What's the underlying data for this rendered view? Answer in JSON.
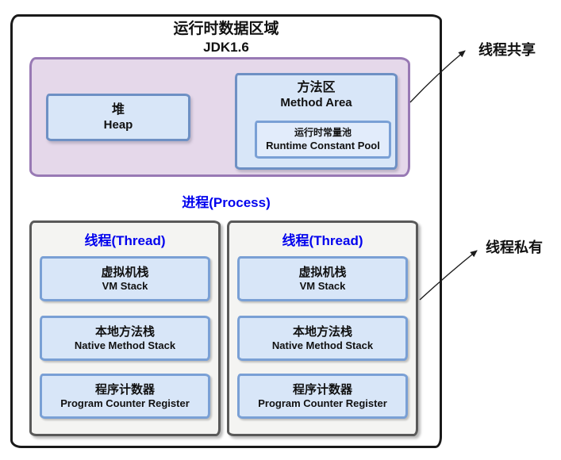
{
  "colors": {
    "outer_border": "#1a1a1a",
    "shared_fill": "#e5d8ea",
    "shared_border": "#9879b4",
    "blue_fill": "#d8e6f8",
    "blue_border": "#6e90c4",
    "pool_fill": "#e2ecfb",
    "pool_border": "#7aa0d5",
    "stack_border": "#7aa0d5",
    "thread_fill": "#f4f4f2",
    "thread_border": "#595959",
    "accent_blue_text": "#0202ee",
    "text_black": "#111111"
  },
  "title": {
    "line1": "运行时数据区域",
    "line2": "JDK1.6"
  },
  "shared_region": {
    "heap": {
      "zh": "堆",
      "en": "Heap"
    },
    "method_area": {
      "zh": "方法区",
      "en": "Method Area"
    },
    "runtime_constant_pool": {
      "zh": "运行时常量池",
      "en": "Runtime Constant Pool"
    }
  },
  "process": {
    "label": "进程(Process)"
  },
  "threads": [
    {
      "label": "线程(Thread)",
      "vm_stack": {
        "zh": "虚拟机栈",
        "en": "VM Stack"
      },
      "native_method_stack": {
        "zh": "本地方法栈",
        "en": "Native Method Stack"
      },
      "program_counter": {
        "zh": "程序计数器",
        "en": "Program Counter Register"
      }
    },
    {
      "label": "线程(Thread)",
      "vm_stack": {
        "zh": "虚拟机栈",
        "en": "VM Stack"
      },
      "native_method_stack": {
        "zh": "本地方法栈",
        "en": "Native Method Stack"
      },
      "program_counter": {
        "zh": "程序计数器",
        "en": "Program Counter Register"
      }
    }
  ],
  "annotations": {
    "thread_shared": "线程共享",
    "thread_private": "线程私有"
  }
}
